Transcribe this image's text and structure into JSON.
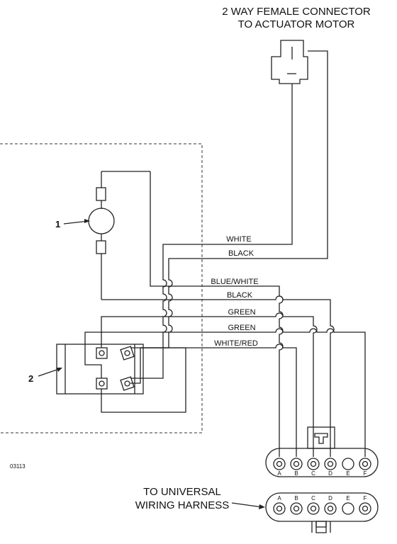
{
  "connector_top": {
    "line1": "2 WAY FEMALE CONNECTOR",
    "line2": "TO ACTUATOR MOTOR"
  },
  "wire_labels": {
    "white": "WHITE",
    "black_upper": "BLACK",
    "blue_white": "BLUE/WHITE",
    "black_lower": "BLACK",
    "green_1": "GREEN",
    "green_2": "GREEN",
    "white_red": "WHITE/RED"
  },
  "callouts": {
    "item_1": "1",
    "item_2": "2"
  },
  "figure_code": "03113",
  "harness": {
    "line1": "TO UNIVERSAL",
    "line2": "WIRING HARNESS"
  },
  "pins": [
    "A",
    "B",
    "C",
    "D",
    "E",
    "F"
  ]
}
